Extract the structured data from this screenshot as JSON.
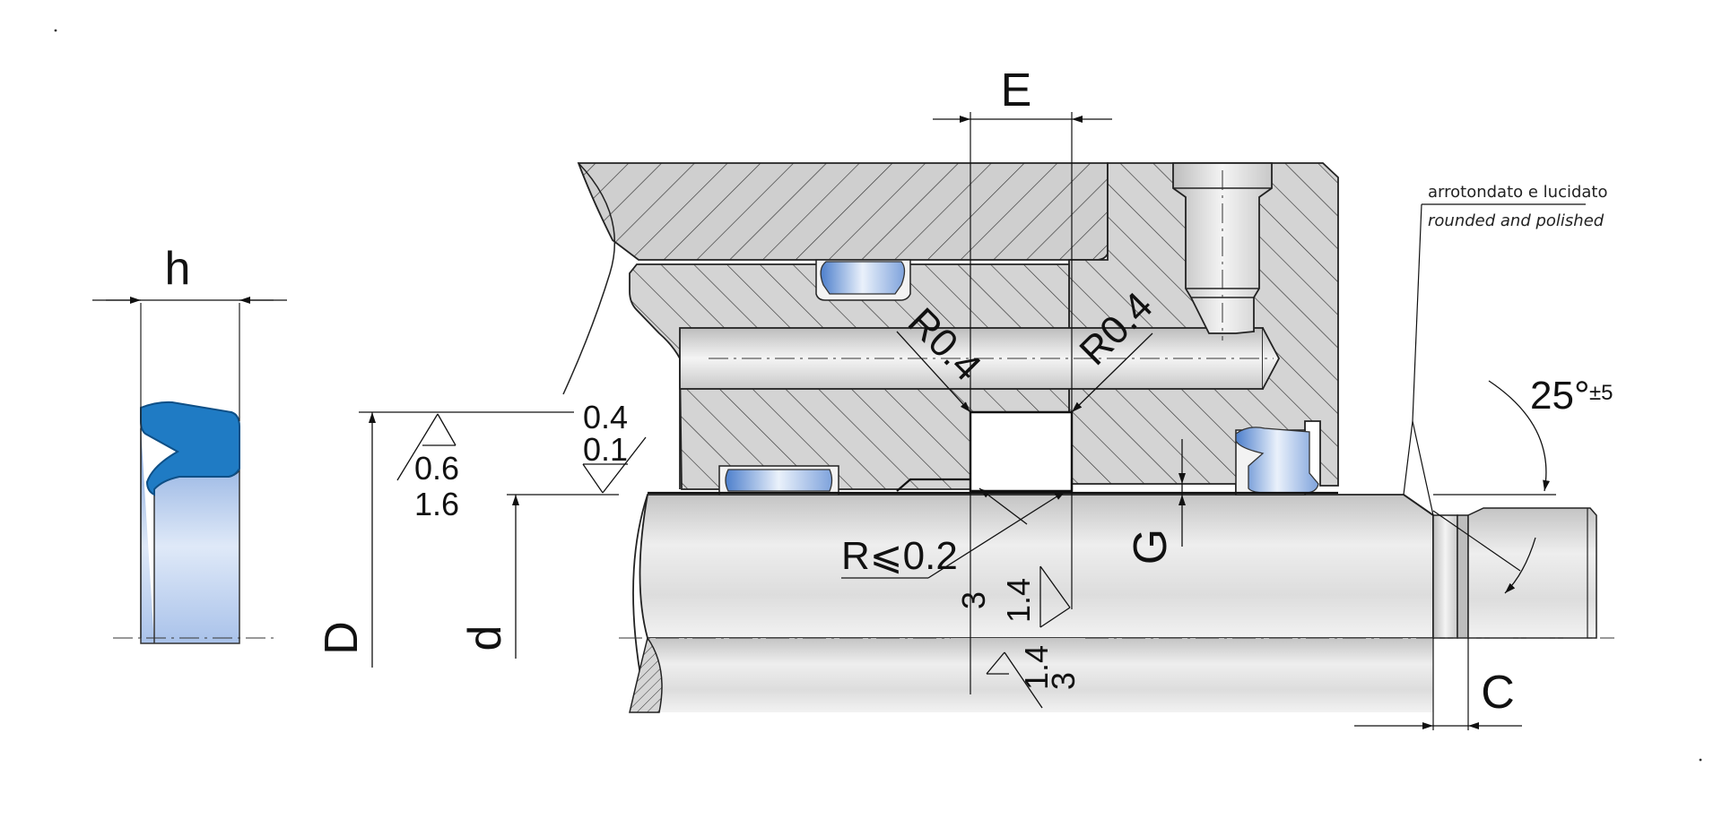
{
  "labels": {
    "h": "h",
    "E": "E",
    "D": "D",
    "d": "d",
    "G": "G",
    "C": "C",
    "r_housing_left": "R0.4",
    "r_housing_right": "R0.4",
    "r_groove_edge": "R⩽0.2",
    "angle": "25°",
    "angle_tol": "±5",
    "rough_bore_top": "0.4",
    "rough_bore_bottom": "0.1",
    "rough_face_top": "0.6",
    "rough_face_bottom": "1.6",
    "rough_groove_side_a": "3",
    "rough_groove_side_b": "1.4",
    "rough_rod_a": "1.4",
    "rough_rod_b": "3",
    "note_it": "arrotondato e lucidato",
    "note_en": "rounded and polished"
  },
  "colors": {
    "seal_blue": "#1f7bc4",
    "seal_light": "#c8d8f0",
    "housing_fill": "#cfcfcf",
    "rod_fill": "#d9d9d9",
    "outline": "#1a1a1a"
  }
}
